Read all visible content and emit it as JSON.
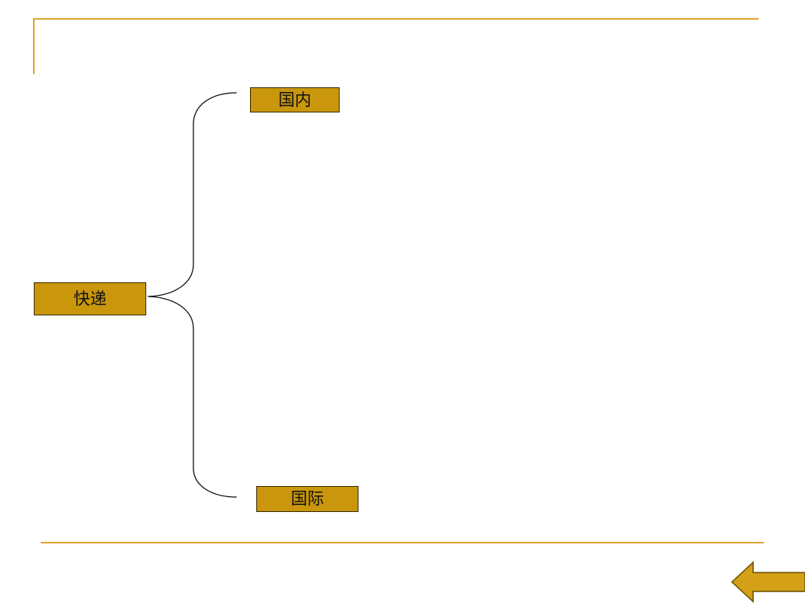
{
  "diagram": {
    "root": {
      "label": "快递"
    },
    "branches": [
      {
        "label": "国内"
      },
      {
        "label": "国际"
      }
    ]
  },
  "colors": {
    "accent_line": "#e0a52e",
    "node_fill": "#c9960c",
    "node_border": "#3a2c00",
    "arrow_fill": "#d4a017"
  },
  "icons": {
    "back": "arrow-left-icon"
  }
}
